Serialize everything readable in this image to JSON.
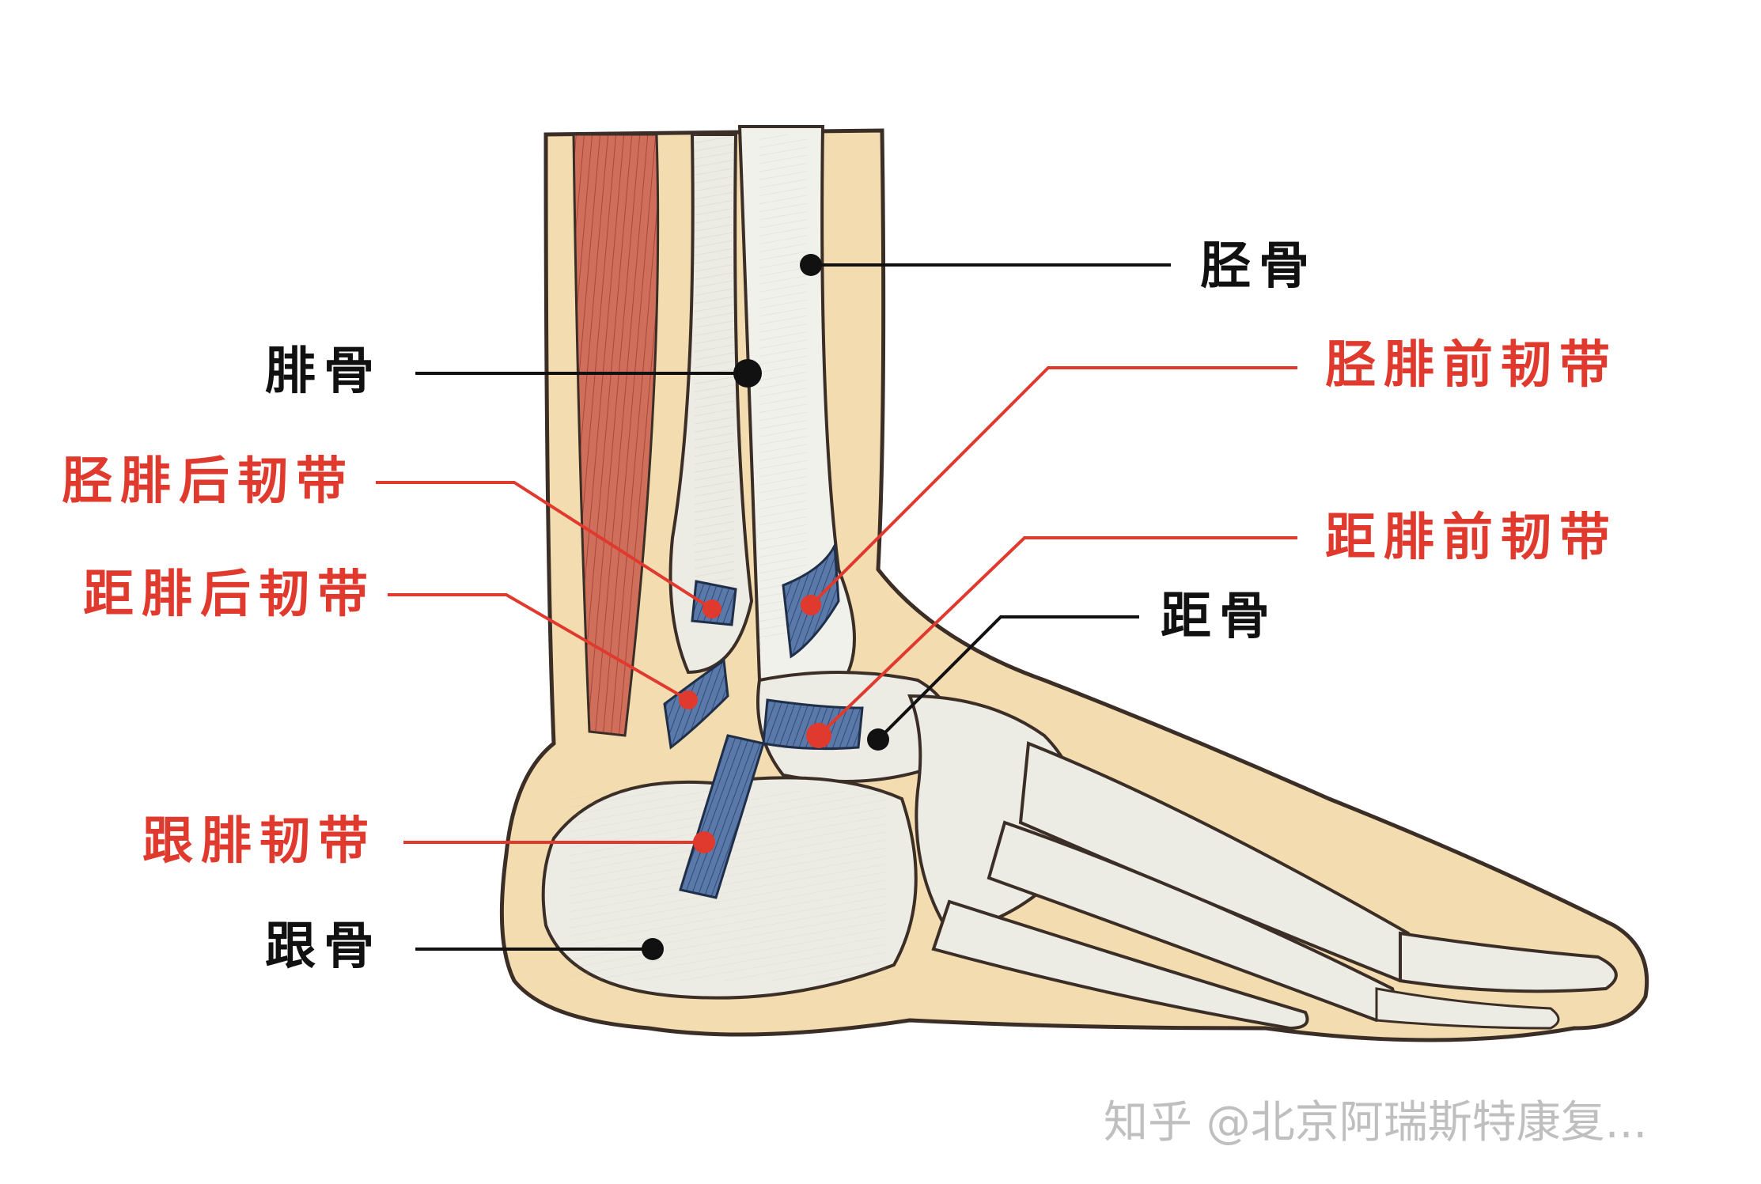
{
  "diagram": {
    "labels": {
      "tibia": "胫骨",
      "fibula": "腓骨",
      "anterior_tibiofibular_ligament": "胫腓前韧带",
      "posterior_tibiofibular_ligament": "胫腓后韧带",
      "anterior_talofibular_ligament": "距腓前韧带",
      "posterior_talofibular_ligament": "距腓后韧带",
      "talus": "距骨",
      "calcaneofibular_ligament": "跟腓韧带",
      "calcaneus": "跟骨"
    },
    "watermark": "知乎 @北京阿瑞斯特康复..."
  },
  "colors": {
    "label_black": "#111111",
    "label_red": "#e03a2f",
    "skin": "#f3dcb0",
    "bone": "#ecebe4",
    "ligament": "#4f6f9e",
    "muscle": "#cc6a57",
    "outline": "#3b2e26"
  }
}
